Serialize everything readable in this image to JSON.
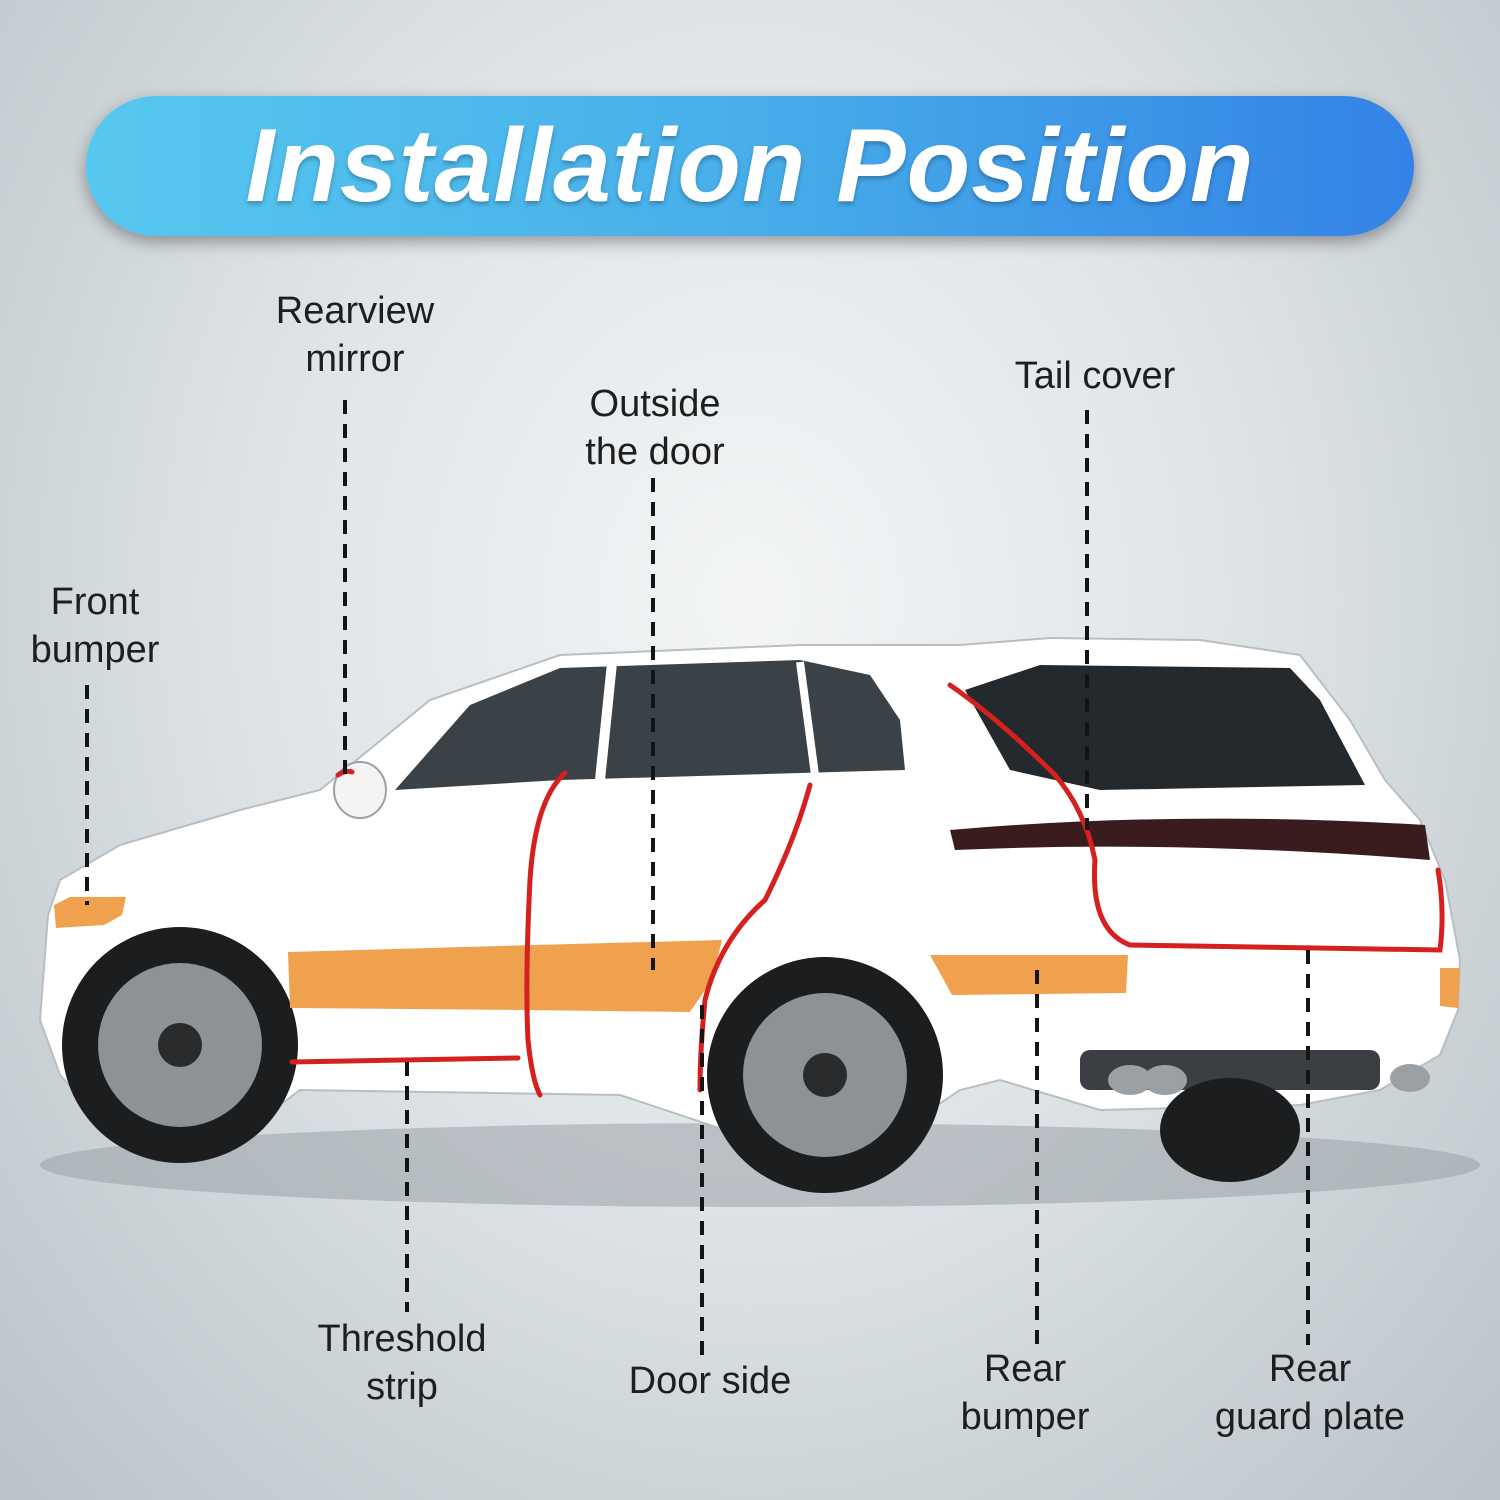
{
  "title": "Installation Position",
  "labels": {
    "rearview_mirror": "Rearview\nmirror",
    "outside_door": "Outside\nthe door",
    "tail_cover": "Tail cover",
    "front_bumper": "Front\nbumper",
    "threshold_strip": "Threshold\nstrip",
    "door_side": "Door side",
    "rear_bumper": "Rear\nbumper",
    "rear_guard_plate": "Rear\nguard plate"
  },
  "colors": {
    "banner_start": "#56c8ef",
    "banner_end": "#3482e6",
    "protector_orange": "#f0a14e",
    "edge_red": "#d61f1f",
    "car_body": "#ffffff",
    "glass": "#2b2f33"
  }
}
